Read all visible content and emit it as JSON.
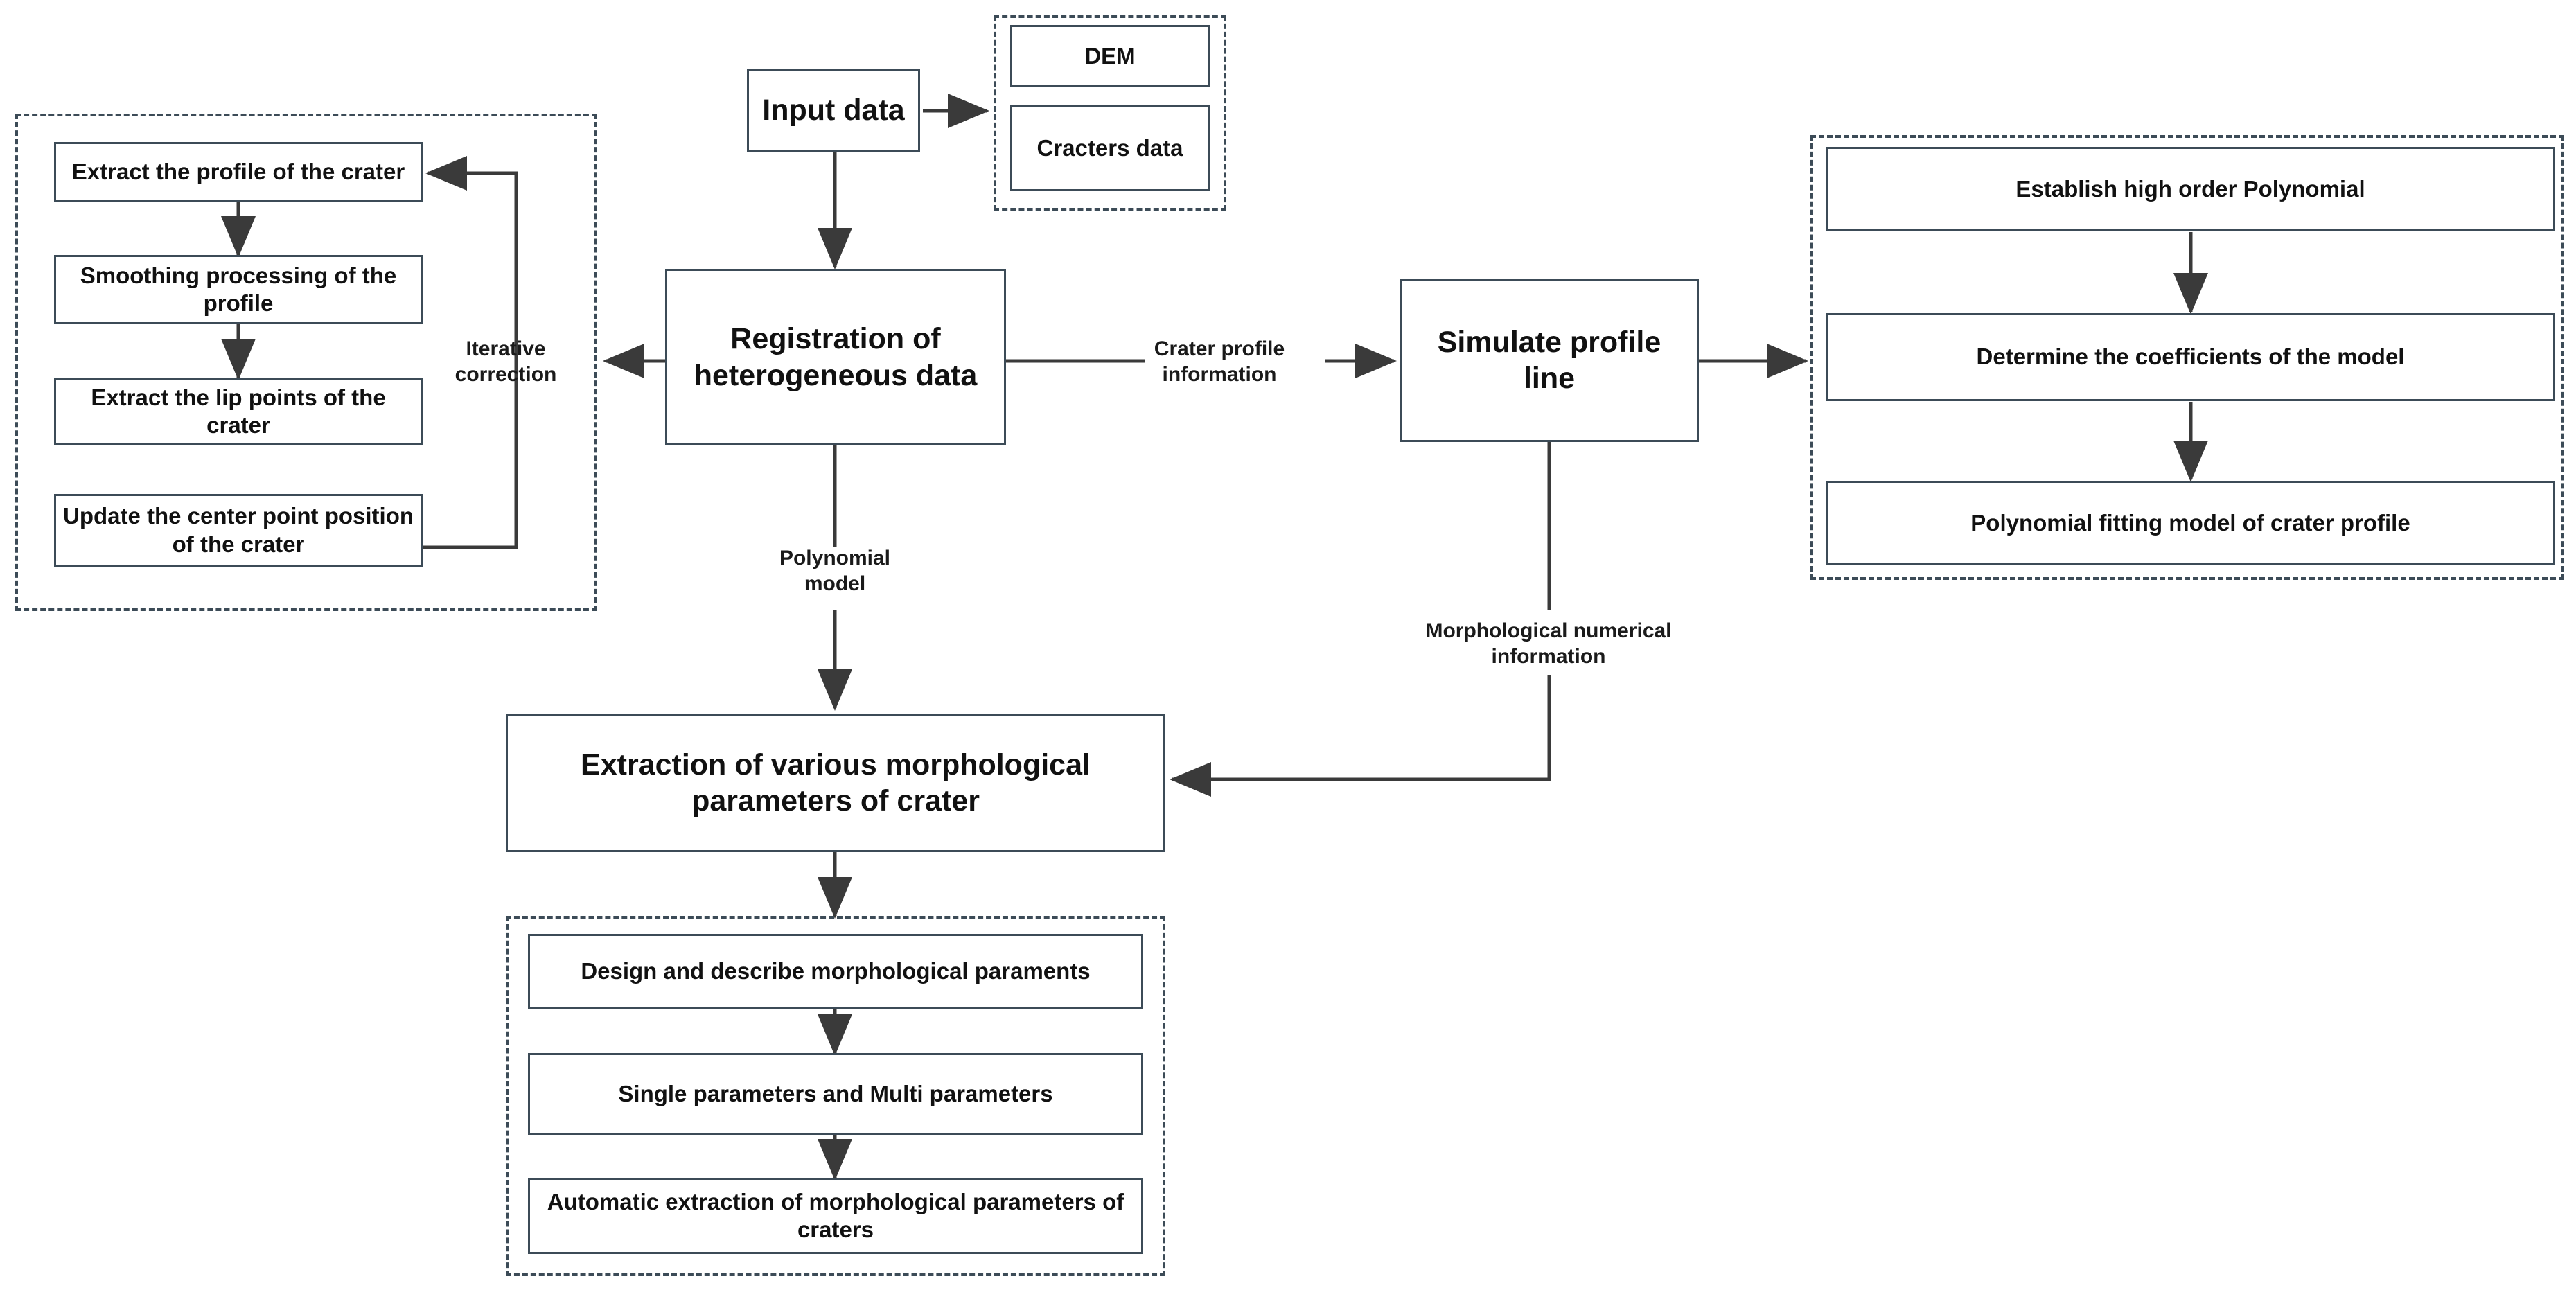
{
  "diagram": {
    "title": "Crater morphological parameter extraction workflow",
    "accent_border": "#3c4b57",
    "text_color": "#111111",
    "background": "#ffffff"
  },
  "nodes": {
    "input_data": "Input data",
    "dem": "DEM",
    "cracters_data": "Cracters data",
    "registration": "Registration of heterogeneous data",
    "simulate_profile": "Simulate profile line",
    "extraction": "Extraction of various morphological parameters of crater",
    "left_group": [
      "Extract the profile of the crater",
      "Smoothing processing of the profile",
      "Extract the lip points of the crater",
      "Update the center point position of the crater"
    ],
    "right_group": [
      "Establish high order Polynomial",
      "Determine the coefficients of the model",
      "Polynomial fitting model of crater profile"
    ],
    "bottom_group": [
      "Design and describe morphological paraments",
      "Single parameters and Multi parameters",
      "Automatic extraction of morphological parameters of craters"
    ]
  },
  "edge_labels": {
    "iterative_correction": "Iterative correction",
    "crater_profile_information": "Crater profile information",
    "polynomial_model": "Polynomial model",
    "morphological_numerical_information": "Morphological numerical information"
  }
}
